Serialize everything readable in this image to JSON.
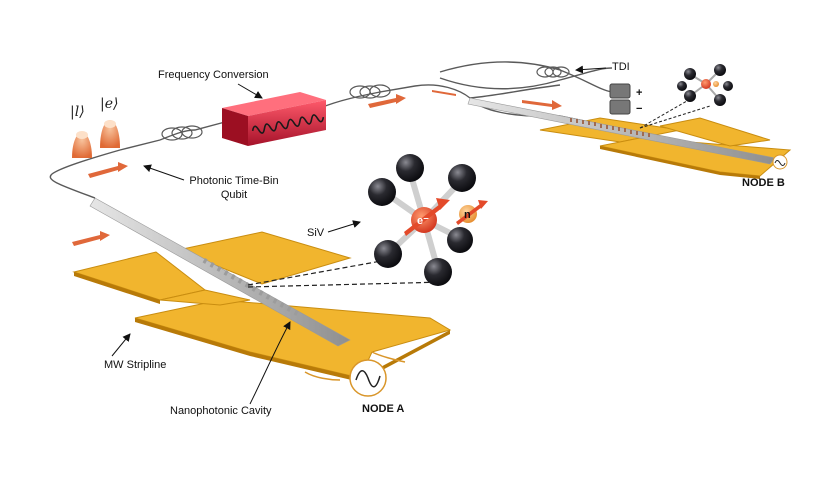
{
  "labels": {
    "frequency_conversion": "Frequency Conversion",
    "tdi": "TDI",
    "photonic_qubit_line1": "Photonic Time-Bin",
    "photonic_qubit_line2": "Qubit",
    "siv": "SiV",
    "mw_stripline": "MW Stripline",
    "nanophotonic_cavity": "Nanophotonic Cavity",
    "node_a": "NODE A",
    "node_b": "NODE B",
    "ket_late": "|l⟩",
    "ket_early": "|e⟩",
    "electron": "e⁻",
    "nucleus": "n",
    "plus": "+",
    "minus": "−"
  },
  "colors": {
    "gold_pad": "#f1b52e",
    "gold_pad_edge": "#c98d10",
    "fiber": "#5a5a5a",
    "photon_arrow": "#e0683a",
    "converter": "#d7263d",
    "electron": "#e34a2a",
    "nucleus": "#f2a24a",
    "atom": "#1e1e22",
    "waveguide": "#b9b9b9"
  }
}
